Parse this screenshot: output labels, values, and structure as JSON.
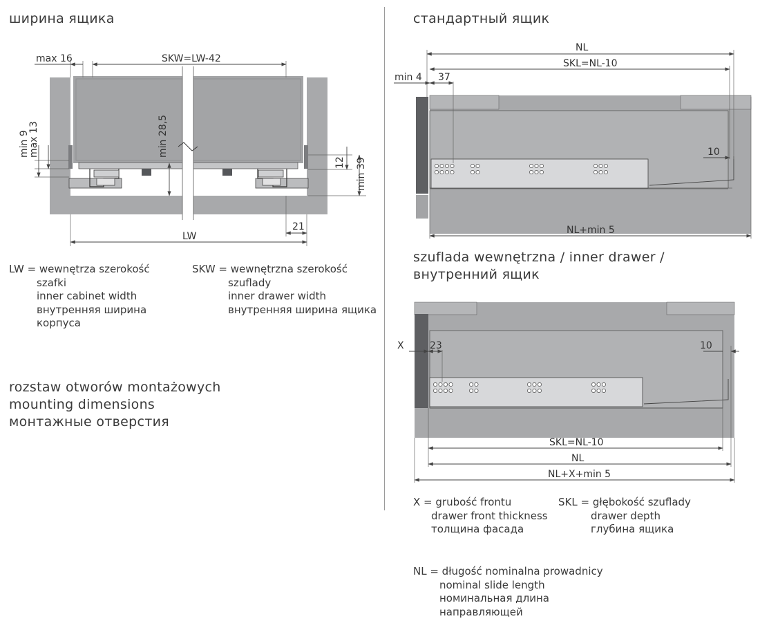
{
  "left": {
    "title": "ширина ящика",
    "labels": {
      "max16": "max 16",
      "skw": "SKW=LW-42",
      "min9": "min 9",
      "max13": "max 13",
      "min285": "min 28,5",
      "dim12": "12",
      "min39": "min 39",
      "dim21": "21",
      "lw": "LW"
    },
    "legend_lw": [
      "LW = wewnętrza szerokość",
      "szafki",
      "inner cabinet width",
      "внутренняя ширина",
      "корпуса"
    ],
    "legend_skw": [
      "SKW = wewnętrzna szerokość",
      "szuflady",
      "inner drawer width",
      "внутренняя ширина ящика"
    ],
    "mounting": [
      "rozstaw otworów montażowych",
      "mounting dimensions",
      "монтажные отверстия"
    ]
  },
  "right": {
    "title_standard": "стандартный ящик",
    "std_labels": {
      "nl": "NL",
      "skl": "SKL=NL-10",
      "min4": "min 4",
      "d37": "37",
      "d10": "10",
      "nlmin5": "NL+min 5"
    },
    "title_inner": [
      "szuflada wewnętrzna / inner drawer /",
      "внутренний ящик"
    ],
    "inner_labels": {
      "x": "X",
      "d23": "23",
      "d10": "10",
      "skl": "SKL=NL-10",
      "nl": "NL",
      "nlx": "NL+X+min 5"
    },
    "legend_x": [
      "X = grubość frontu",
      "drawer front thickness",
      "толщина фасада"
    ],
    "legend_skl": [
      "SKL = głębokość szuflady",
      "drawer depth",
      "глубина ящика"
    ],
    "legend_nl": [
      "NL = długość nominalna prowadnicy",
      "nominal slide length",
      "номинальная длина",
      "направляющей"
    ]
  }
}
